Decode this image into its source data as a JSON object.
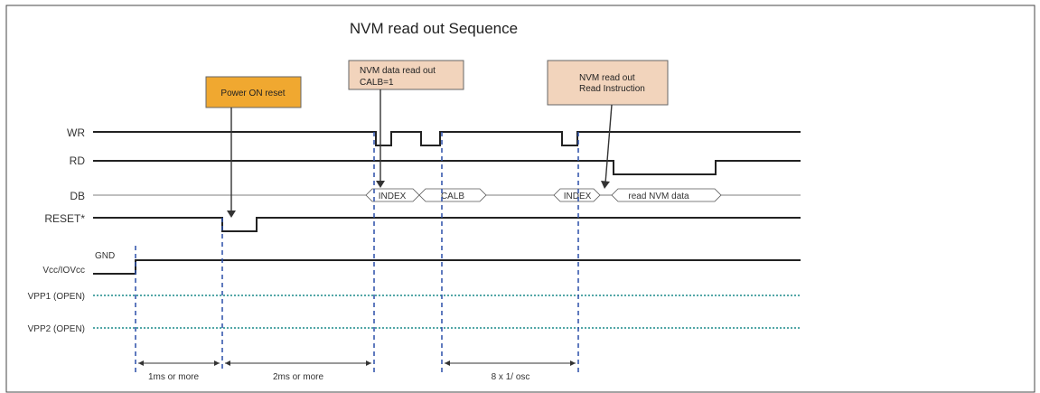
{
  "title": "NVM read out Sequence",
  "signals": {
    "wr": "WR",
    "rd": "RD",
    "db": "DB",
    "reset": "RESET*",
    "vcc": "Vcc/IOVcc",
    "vpp1": "VPP1 (OPEN)",
    "vpp2": "VPP2 (OPEN)"
  },
  "gnd_label": "GND",
  "db_bus": {
    "index1": "INDEX",
    "calb": "CALB",
    "index2": "INDEX",
    "read_nvm": "read NVM data"
  },
  "callouts": {
    "power_on": {
      "text": "Power ON reset",
      "color": "#f0a830"
    },
    "nvm_data": {
      "line1": "NVM data read out",
      "line2": "CALB=1",
      "color": "#f2d4bc"
    },
    "nvm_read": {
      "line1": "NVM read out",
      "line2": "Read Instruction",
      "color": "#f2d4bc"
    }
  },
  "timings": {
    "t1": "1ms or more",
    "t2": "2ms or more",
    "t3": "8 x 1/ osc"
  },
  "colors": {
    "guide": "#2a4fa8",
    "vpp": "#1a8a8a",
    "wave": "#222222"
  }
}
